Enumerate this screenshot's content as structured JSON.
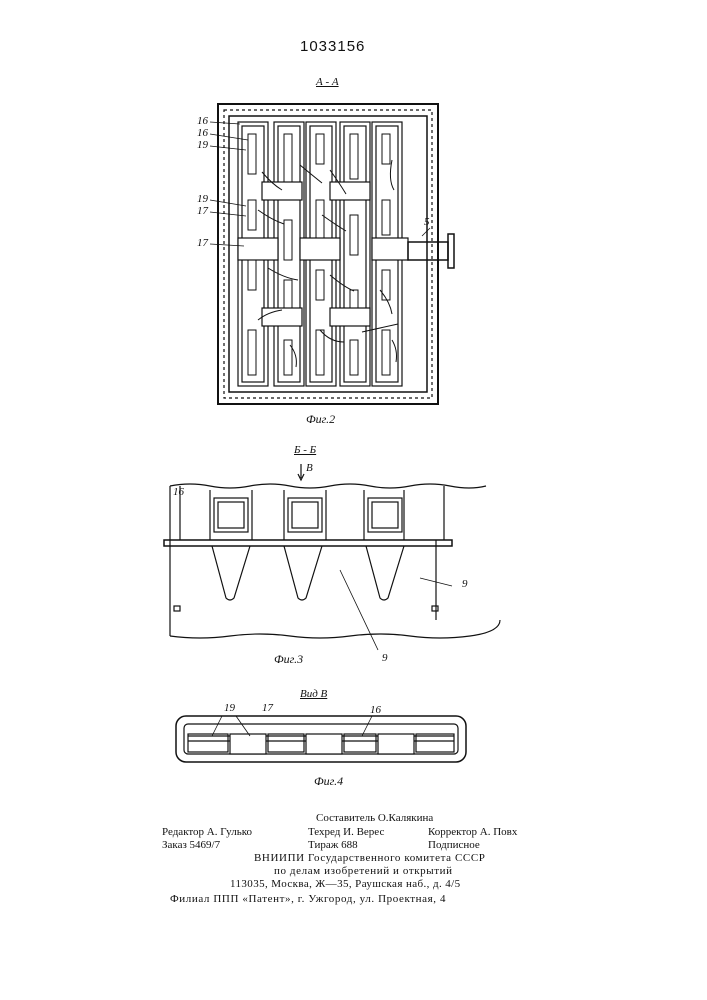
{
  "patent_number": "1033156",
  "figure2": {
    "section_label": "А - А",
    "caption": "Фиг.2",
    "callouts": [
      "16",
      "16",
      "19",
      "19",
      "17",
      "17",
      "5"
    ]
  },
  "figure3": {
    "section_label": "Б - Б",
    "view_arrow_label": "В",
    "caption": "Фиг.3",
    "callouts": [
      "16",
      "9",
      "9"
    ]
  },
  "figure4": {
    "section_label": "Вид В",
    "caption": "Фиг.4",
    "callouts": [
      "19",
      "17",
      "16"
    ]
  },
  "imprint": {
    "compiler": "Составитель О.Калякина",
    "editor": "Редактор А. Гулько",
    "tech_editor": "Техред И. Верес",
    "corrector": "Корректор А. Повх",
    "order": "Заказ 5469/7",
    "circulation": "Тираж 688",
    "subscription": "Подписное",
    "org_line1": "ВНИИПИ Государственного комитета СССР",
    "org_line2": "по делам изобретений и открытий",
    "org_line3": "113035, Москва, Ж—35, Раушская наб., д. 4/5",
    "branch": "Филиал ППП «Патент», г. Ужгород, ул. Проектная, 4"
  }
}
